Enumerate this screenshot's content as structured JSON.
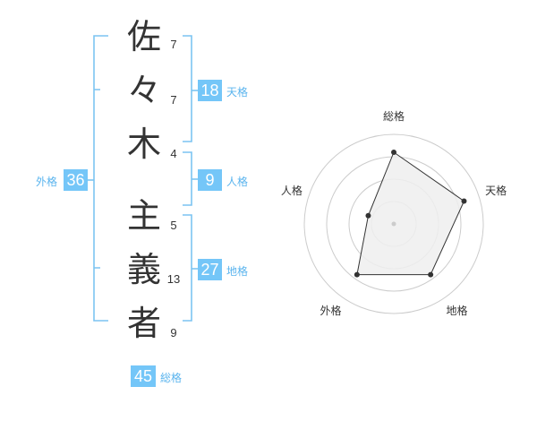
{
  "name": {
    "characters": [
      {
        "char": "佐",
        "strokes": "7"
      },
      {
        "char": "々",
        "strokes": "7"
      },
      {
        "char": "木",
        "strokes": "4"
      },
      {
        "char": "主",
        "strokes": "5"
      },
      {
        "char": "義",
        "strokes": "13"
      },
      {
        "char": "者",
        "strokes": "9"
      }
    ]
  },
  "scores": {
    "tenkaku": {
      "value": "18",
      "label": "天格"
    },
    "jinkaku": {
      "value": "9",
      "label": "人格"
    },
    "chikaku": {
      "value": "27",
      "label": "地格"
    },
    "gaikaku": {
      "value": "36",
      "label": "外格"
    },
    "soukaku": {
      "value": "45",
      "label": "総格"
    }
  },
  "colors": {
    "accent": "#74c6f8",
    "accent_text": "#5ab4ee",
    "bracket": "#7cc4f2",
    "radar_grid": "#cccccc",
    "radar_fill": "#eeeeee",
    "radar_line": "#333333"
  },
  "chart_data": {
    "type": "radar",
    "axes": [
      "総格",
      "天格",
      "地格",
      "外格",
      "人格"
    ],
    "levels": 4,
    "max": 4,
    "values": [
      3.2,
      3.3,
      2.8,
      2.8,
      1.2
    ]
  }
}
